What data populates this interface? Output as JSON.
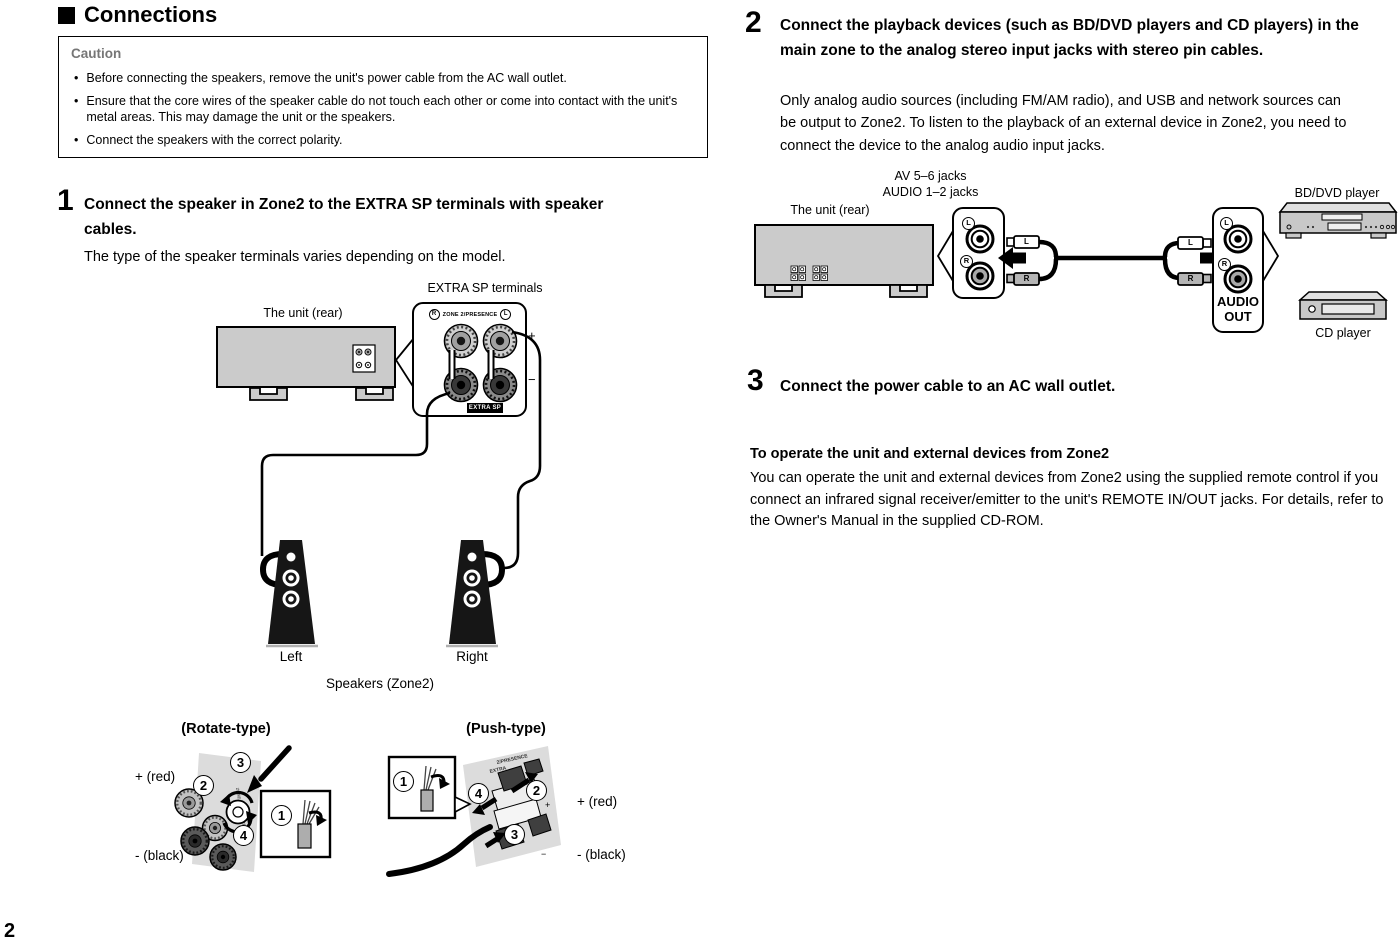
{
  "page": {
    "heading": "Connections",
    "page_number": "2"
  },
  "caution": {
    "title": "Caution",
    "bullet_glyph": "•",
    "bullets": [
      "Before connecting the speakers, remove the unit's power cable from the AC wall outlet.",
      "Ensure that the core wires of the speaker cable do not touch each other or come into contact with the unit's metal areas. This may damage the unit or the speakers.",
      "Connect the speakers with the correct polarity."
    ]
  },
  "steps": {
    "step1": {
      "number": "1",
      "title": "Connect the speaker in Zone2 to the EXTRA SP terminals with speaker cables.",
      "body": "The type of the speaker terminals varies depending on the model."
    },
    "step2": {
      "number": "2",
      "title": "Connect the playback devices (such as BD/DVD players and CD players) in the main zone to the analog stereo input jacks with stereo pin cables.",
      "body": "Only analog audio sources (including FM/AM radio), and USB and network sources can be output to Zone2. To listen to the playback of an external device in Zone2, you need to connect the device to the analog audio input jacks."
    },
    "step3": {
      "number": "3",
      "title": "Connect the power cable to an AC wall outlet."
    }
  },
  "diagram1": {
    "extra_sp_terminals_label": "EXTRA SP terminals",
    "unit_rear_label": "The unit (rear)",
    "channel_right": "R",
    "channel_left": "L",
    "zone_label": "ZONE 2/PRESENCE",
    "plus": "+",
    "minus": "−",
    "extra_sp_badge": "EXTRA SP",
    "left_label": "Left",
    "right_label": "Right",
    "speakers_label": "Speakers (Zone2)"
  },
  "terminal_types": {
    "rotate_title": "(Rotate-type)",
    "push_title": "(Push-type)",
    "plus_red": "+ (red)",
    "minus_black": "- (black)",
    "num1": "1",
    "num2": "2",
    "num3": "3",
    "num4": "4",
    "push_text_presence": "2/PRESENCE",
    "push_text_extra": "EXTRA"
  },
  "diagram2": {
    "jacks_label_line1": "AV 5–6 jacks",
    "jacks_label_line2": "AUDIO 1–2 jacks",
    "unit_rear_label": "The unit (rear)",
    "bd_dvd_label": "BD/DVD player",
    "cd_label": "CD player",
    "audio_out_line1": "AUDIO",
    "audio_out_line2": "OUT",
    "l": "L",
    "r": "R"
  },
  "operate_note": {
    "title": "To operate the unit and external devices from Zone2",
    "body": "You can operate the unit and external devices from Zone2 using the supplied remote control if you connect an infrared signal receiver/emitter to the unit's REMOTE IN/OUT jacks. For details, refer to the Owner's Manual in the supplied CD-ROM."
  },
  "colors": {
    "device_gray": "#cbcbcb",
    "panel_gray": "#dcdcdc",
    "caution_title_gray": "#767676",
    "text": "#000000"
  }
}
